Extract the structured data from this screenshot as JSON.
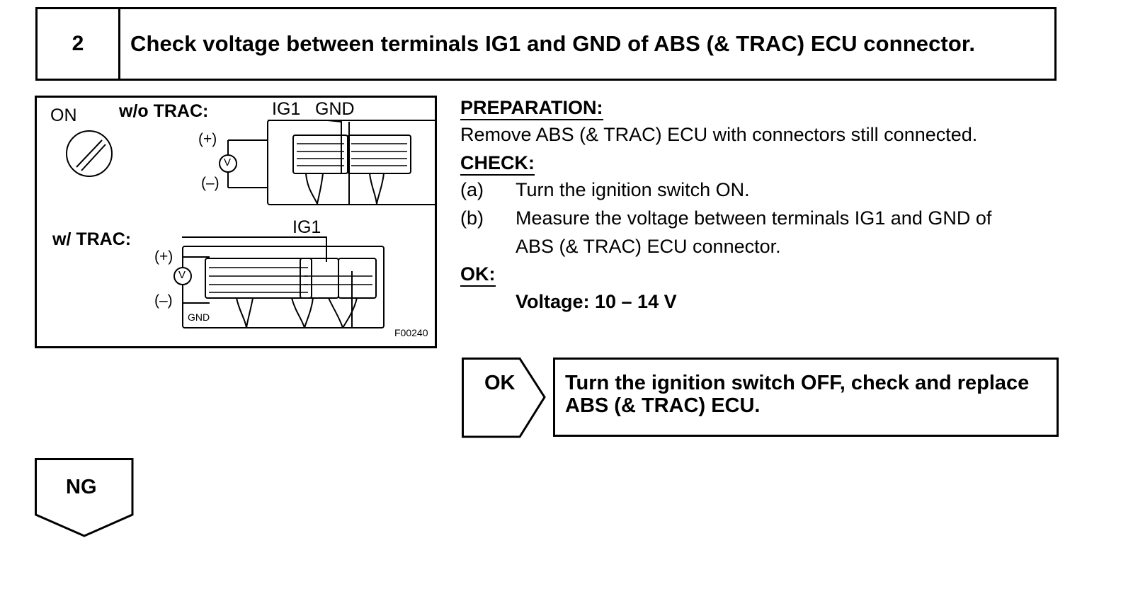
{
  "step": {
    "number": "2",
    "title": "Check voltage between terminals IG1 and GND of ABS (& TRAC) ECU connector."
  },
  "figure": {
    "switch_label": "ON",
    "wo_trac_label": "w/o TRAC:",
    "wo_ig1": "IG1",
    "wo_gnd": "GND",
    "wo_plus": "(+)",
    "wo_minus": "(–)",
    "wo_meter": "V",
    "w_trac_label": "w/ TRAC:",
    "w_ig1": "IG1",
    "w_plus": "(+)",
    "w_minus": "(–)",
    "w_meter": "V",
    "w_gnd": "GND",
    "figure_code": "F00240"
  },
  "instructions": {
    "preparation_heading": "PREPARATION:",
    "preparation_text": "Remove ABS (& TRAC) ECU with connectors still connected.",
    "check_heading": "CHECK:",
    "steps": [
      {
        "label": "(a)",
        "lines": [
          "Turn the ignition switch ON."
        ]
      },
      {
        "label": "(b)",
        "lines": [
          "Measure the voltage between terminals IG1 and GND of",
          "ABS (& TRAC) ECU connector."
        ]
      }
    ],
    "ok_heading": "OK:",
    "ok_value": "Voltage: 10 – 14 V"
  },
  "results": {
    "ok_label": "OK",
    "ok_line1": "Turn the ignition switch OFF, check and replace",
    "ok_line2": "ABS (& TRAC) ECU.",
    "ng_label": "NG"
  }
}
